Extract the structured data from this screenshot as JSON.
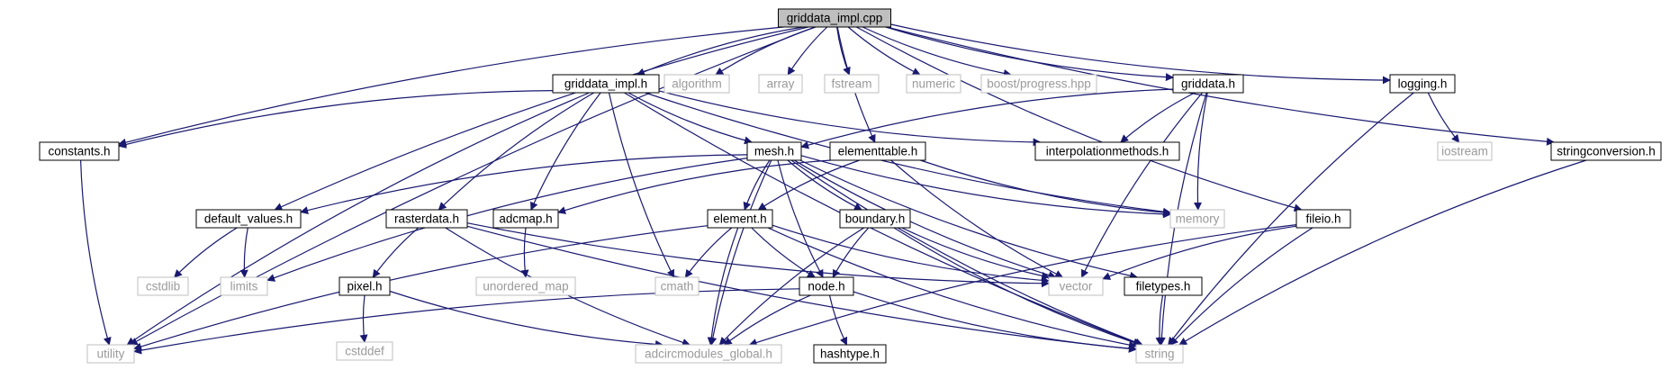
{
  "colors": {
    "edge": "#191970",
    "root_fill": "#bfbfbf",
    "root_stroke": "#000000",
    "local_stroke": "#000000",
    "system_stroke": "#bfbfbf",
    "system_text": "#9a9a9a",
    "local_text": "#000000"
  },
  "nodes": [
    {
      "id": "griddata_impl_cpp",
      "label": "griddata_impl.cpp",
      "kind": "root"
    },
    {
      "id": "griddata_impl_h",
      "label": "griddata_impl.h",
      "kind": "local"
    },
    {
      "id": "algorithm",
      "label": "algorithm",
      "kind": "system"
    },
    {
      "id": "array",
      "label": "array",
      "kind": "system"
    },
    {
      "id": "fstream",
      "label": "fstream",
      "kind": "system"
    },
    {
      "id": "numeric",
      "label": "numeric",
      "kind": "system"
    },
    {
      "id": "boost_progress",
      "label": "boost/progress.hpp",
      "kind": "system"
    },
    {
      "id": "griddata_h",
      "label": "griddata.h",
      "kind": "local"
    },
    {
      "id": "logging_h",
      "label": "logging.h",
      "kind": "local"
    },
    {
      "id": "constants_h",
      "label": "constants.h",
      "kind": "local"
    },
    {
      "id": "mesh_h",
      "label": "mesh.h",
      "kind": "local"
    },
    {
      "id": "elementtable_h",
      "label": "elementtable.h",
      "kind": "local"
    },
    {
      "id": "interpolationmethods_h",
      "label": "interpolationmethods.h",
      "kind": "local"
    },
    {
      "id": "iostream",
      "label": "iostream",
      "kind": "system"
    },
    {
      "id": "stringconversion_h",
      "label": "stringconversion.h",
      "kind": "local"
    },
    {
      "id": "default_values_h",
      "label": "default_values.h",
      "kind": "local"
    },
    {
      "id": "rasterdata_h",
      "label": "rasterdata.h",
      "kind": "local"
    },
    {
      "id": "adcmap_h",
      "label": "adcmap.h",
      "kind": "local"
    },
    {
      "id": "element_h",
      "label": "element.h",
      "kind": "local"
    },
    {
      "id": "boundary_h",
      "label": "boundary.h",
      "kind": "local"
    },
    {
      "id": "memory",
      "label": "memory",
      "kind": "system"
    },
    {
      "id": "fileio_h",
      "label": "fileio.h",
      "kind": "local"
    },
    {
      "id": "cstdlib",
      "label": "cstdlib",
      "kind": "system"
    },
    {
      "id": "limits",
      "label": "limits",
      "kind": "system"
    },
    {
      "id": "pixel_h",
      "label": "pixel.h",
      "kind": "local"
    },
    {
      "id": "unordered_map",
      "label": "unordered_map",
      "kind": "system"
    },
    {
      "id": "cmath",
      "label": "cmath",
      "kind": "system"
    },
    {
      "id": "node_h",
      "label": "node.h",
      "kind": "local"
    },
    {
      "id": "vector",
      "label": "vector",
      "kind": "system"
    },
    {
      "id": "filetypes_h",
      "label": "filetypes.h",
      "kind": "local"
    },
    {
      "id": "cstddef",
      "label": "cstddef",
      "kind": "system"
    },
    {
      "id": "utility",
      "label": "utility",
      "kind": "system"
    },
    {
      "id": "adcircmodules_global_h",
      "label": "adcircmodules_global.h",
      "kind": "system"
    },
    {
      "id": "hashtype_h",
      "label": "hashtype.h",
      "kind": "local"
    },
    {
      "id": "string",
      "label": "string",
      "kind": "system"
    }
  ],
  "edges": [
    [
      "griddata_impl_cpp",
      "griddata_impl_h"
    ],
    [
      "griddata_impl_cpp",
      "algorithm"
    ],
    [
      "griddata_impl_cpp",
      "array"
    ],
    [
      "griddata_impl_cpp",
      "fstream"
    ],
    [
      "griddata_impl_cpp",
      "numeric"
    ],
    [
      "griddata_impl_cpp",
      "boost_progress"
    ],
    [
      "griddata_impl_cpp",
      "griddata_h"
    ],
    [
      "griddata_impl_cpp",
      "logging_h"
    ],
    [
      "griddata_impl_cpp",
      "stringconversion_h"
    ],
    [
      "griddata_impl_cpp",
      "constants_h"
    ],
    [
      "griddata_impl_cpp",
      "default_values_h"
    ],
    [
      "griddata_impl_cpp",
      "elementtable_h"
    ],
    [
      "griddata_impl_cpp",
      "fileio_h"
    ],
    [
      "griddata_impl_cpp",
      "utility"
    ],
    [
      "griddata_impl_h",
      "constants_h"
    ],
    [
      "griddata_impl_h",
      "mesh_h"
    ],
    [
      "griddata_impl_h",
      "interpolationmethods_h"
    ],
    [
      "griddata_impl_h",
      "memory"
    ],
    [
      "griddata_impl_h",
      "rasterdata_h"
    ],
    [
      "griddata_impl_h",
      "adcmap_h"
    ],
    [
      "griddata_impl_h",
      "cmath"
    ],
    [
      "griddata_impl_h",
      "utility"
    ],
    [
      "griddata_impl_h",
      "string"
    ],
    [
      "griddata_h",
      "mesh_h"
    ],
    [
      "griddata_h",
      "interpolationmethods_h"
    ],
    [
      "griddata_h",
      "memory"
    ],
    [
      "griddata_h",
      "vector"
    ],
    [
      "griddata_h",
      "string"
    ],
    [
      "logging_h",
      "iostream"
    ],
    [
      "logging_h",
      "string"
    ],
    [
      "stringconversion_h",
      "string"
    ],
    [
      "constants_h",
      "utility"
    ],
    [
      "mesh_h",
      "default_values_h"
    ],
    [
      "mesh_h",
      "limits"
    ],
    [
      "mesh_h",
      "element_h"
    ],
    [
      "mesh_h",
      "boundary_h"
    ],
    [
      "mesh_h",
      "node_h"
    ],
    [
      "mesh_h",
      "memory"
    ],
    [
      "mesh_h",
      "vector"
    ],
    [
      "mesh_h",
      "filetypes_h"
    ],
    [
      "mesh_h",
      "string"
    ],
    [
      "mesh_h",
      "adcircmodules_global_h"
    ],
    [
      "elementtable_h",
      "adcmap_h"
    ],
    [
      "elementtable_h",
      "element_h"
    ],
    [
      "elementtable_h",
      "memory"
    ],
    [
      "elementtable_h",
      "vector"
    ],
    [
      "default_values_h",
      "cstdlib"
    ],
    [
      "default_values_h",
      "limits"
    ],
    [
      "rasterdata_h",
      "pixel_h"
    ],
    [
      "rasterdata_h",
      "vector"
    ],
    [
      "rasterdata_h",
      "string"
    ],
    [
      "rasterdata_h",
      "adcircmodules_global_h"
    ],
    [
      "adcmap_h",
      "unordered_map"
    ],
    [
      "element_h",
      "cmath"
    ],
    [
      "element_h",
      "node_h"
    ],
    [
      "element_h",
      "vector"
    ],
    [
      "element_h",
      "string"
    ],
    [
      "element_h",
      "utility"
    ],
    [
      "element_h",
      "adcircmodules_global_h"
    ],
    [
      "boundary_h",
      "node_h"
    ],
    [
      "boundary_h",
      "vector"
    ],
    [
      "boundary_h",
      "string"
    ],
    [
      "boundary_h",
      "adcircmodules_global_h"
    ],
    [
      "fileio_h",
      "vector"
    ],
    [
      "fileio_h",
      "string"
    ],
    [
      "fileio_h",
      "adcircmodules_global_h"
    ],
    [
      "pixel_h",
      "cstddef"
    ],
    [
      "pixel_h",
      "adcircmodules_global_h"
    ],
    [
      "node_h",
      "utility"
    ],
    [
      "node_h",
      "adcircmodules_global_h"
    ],
    [
      "node_h",
      "hashtype_h"
    ],
    [
      "node_h",
      "string"
    ],
    [
      "filetypes_h",
      "string"
    ]
  ]
}
